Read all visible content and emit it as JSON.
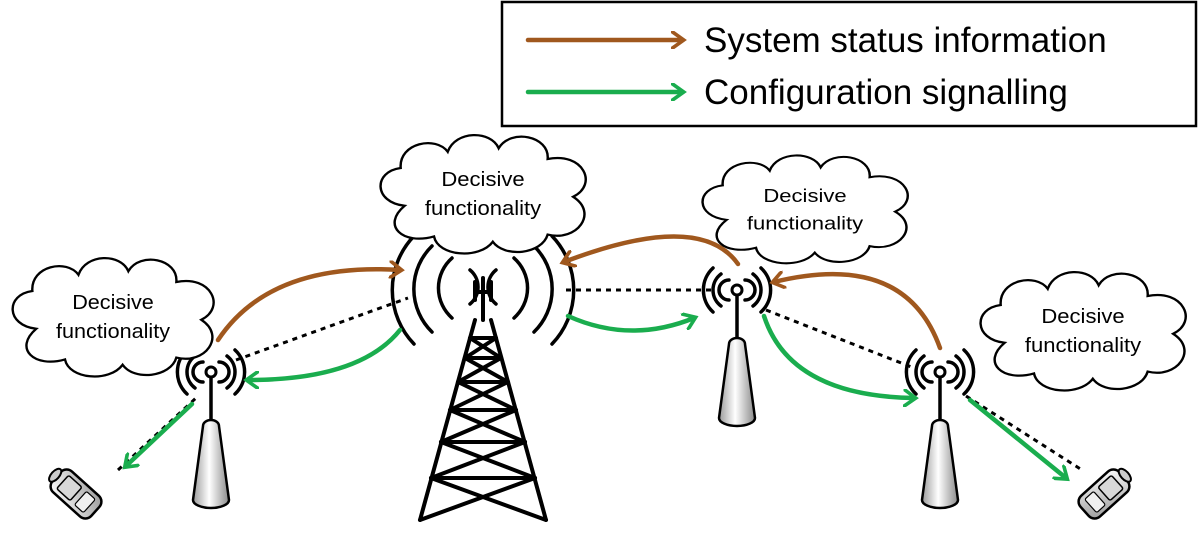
{
  "legend": {
    "items": [
      {
        "label": "System status information",
        "color": "#a0581e"
      },
      {
        "label": "Configuration signalling",
        "color": "#1aad4e"
      }
    ]
  },
  "clouds": [
    {
      "line1": "Decisive",
      "line2": "functionality"
    },
    {
      "line1": "Decisive",
      "line2": "functionality"
    },
    {
      "line1": "Decisive",
      "line2": "functionality"
    },
    {
      "line1": "Decisive",
      "line2": "functionality"
    }
  ],
  "icons": {
    "tower": "cell-tower-icon",
    "small_cell": "small-cell-antenna-icon",
    "phone": "mobile-phone-icon"
  }
}
